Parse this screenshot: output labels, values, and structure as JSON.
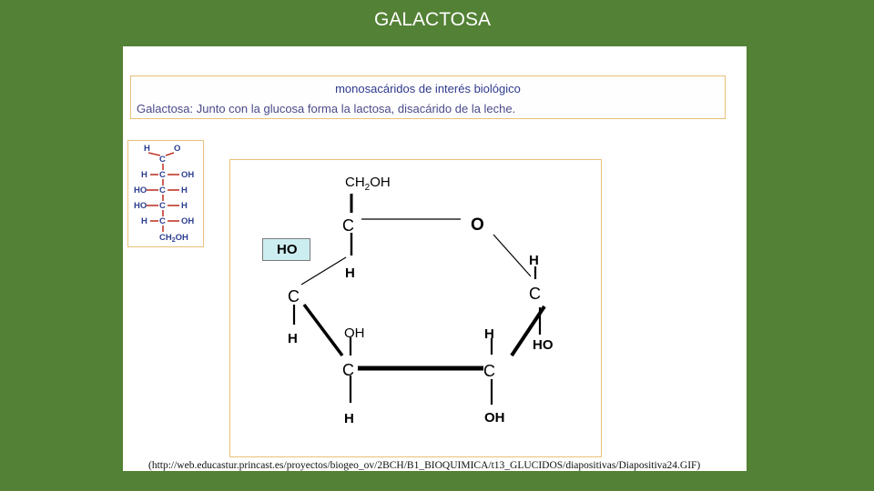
{
  "slide_title": "GALACTOSA",
  "info": {
    "heading": "monosacáridos de interés biológico",
    "text": "Galactosa: Junto con la glucosa forma la lactosa, disacárido de la leche."
  },
  "fischer": {
    "top_h": "H",
    "top_o": "O",
    "rows": [
      {
        "left": "H",
        "right": "OH"
      },
      {
        "left": "HO",
        "right": "H"
      },
      {
        "left": "HO",
        "right": "H"
      },
      {
        "left": "H",
        "right": "OH"
      }
    ],
    "bottom": "CH",
    "bottom_sub": "2",
    "bottom_tail": "OH",
    "carbon": "C"
  },
  "ring": {
    "ch2oh_pre": "CH",
    "ch2oh_sub": "2",
    "ch2oh_post": "OH",
    "c5": "C",
    "o": "O",
    "c1": "C",
    "c1_h": "H",
    "c1_ho": "HO",
    "c4": "C",
    "c4_ho": "HO",
    "c4_h": "H",
    "c5_h": "H",
    "c3": "C",
    "c3_oh": "OH",
    "c3_h": "H",
    "c2": "C",
    "c2_h": "H",
    "c2_oh": "OH"
  },
  "source": "(http://web.educastur.princast.es/proyectos/biogeo_ov/2BCH/B1_BIOQUIMICA/t13_GLUCIDOS/diapositivas/Diapositiva24.GIF)"
}
